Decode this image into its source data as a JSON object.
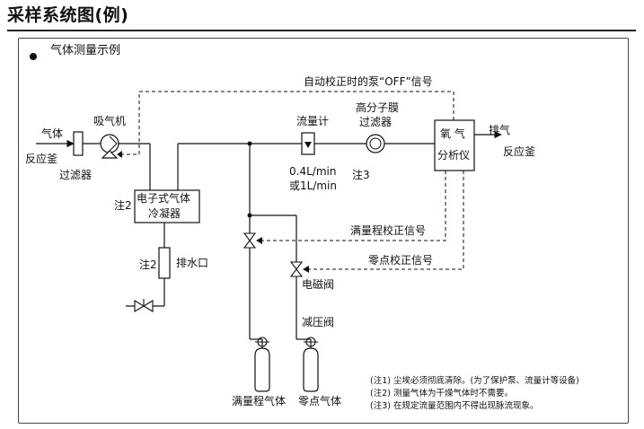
{
  "title": "采样系统图(例)",
  "section_heading": "气体测量示例",
  "labels": {
    "gas_in": "气体",
    "reactor_in": "反应釜",
    "filter": "过滤器",
    "suction_pump": "吸气机",
    "cooler_line1": "电子式气体",
    "cooler_line2": "冷凝器",
    "note2_cooler": "注2",
    "note2_drain": "注2",
    "drain": "排水口",
    "flowmeter": "流量计",
    "flow_rate1": "0.4L/min",
    "flow_rate2": "或1L/min",
    "polymer_filter1": "高分子膜",
    "polymer_filter2": "过滤器",
    "note3": "注3",
    "analyzer_line1": "氧 气",
    "analyzer_line2": "分析仪",
    "exhaust": "排气",
    "reactor_out": "反应釜",
    "auto_cal_signal": "自动校正时的泵“OFF”信号",
    "span_signal": "满量程校正信号",
    "zero_signal": "零点校正信号",
    "solenoid_valve": "电磁阀",
    "pressure_reducer": "减压阀",
    "span_gas": "满量程气体",
    "zero_gas": "零点气体"
  },
  "notes": [
    "(注1) 尘埃必须彻底清除。(为了保护泵、流量计等设备)",
    "(注2) 测量气体为干燥气体时不需要。",
    "(注3) 在规定流量范围内不得出现脉流现象。"
  ]
}
